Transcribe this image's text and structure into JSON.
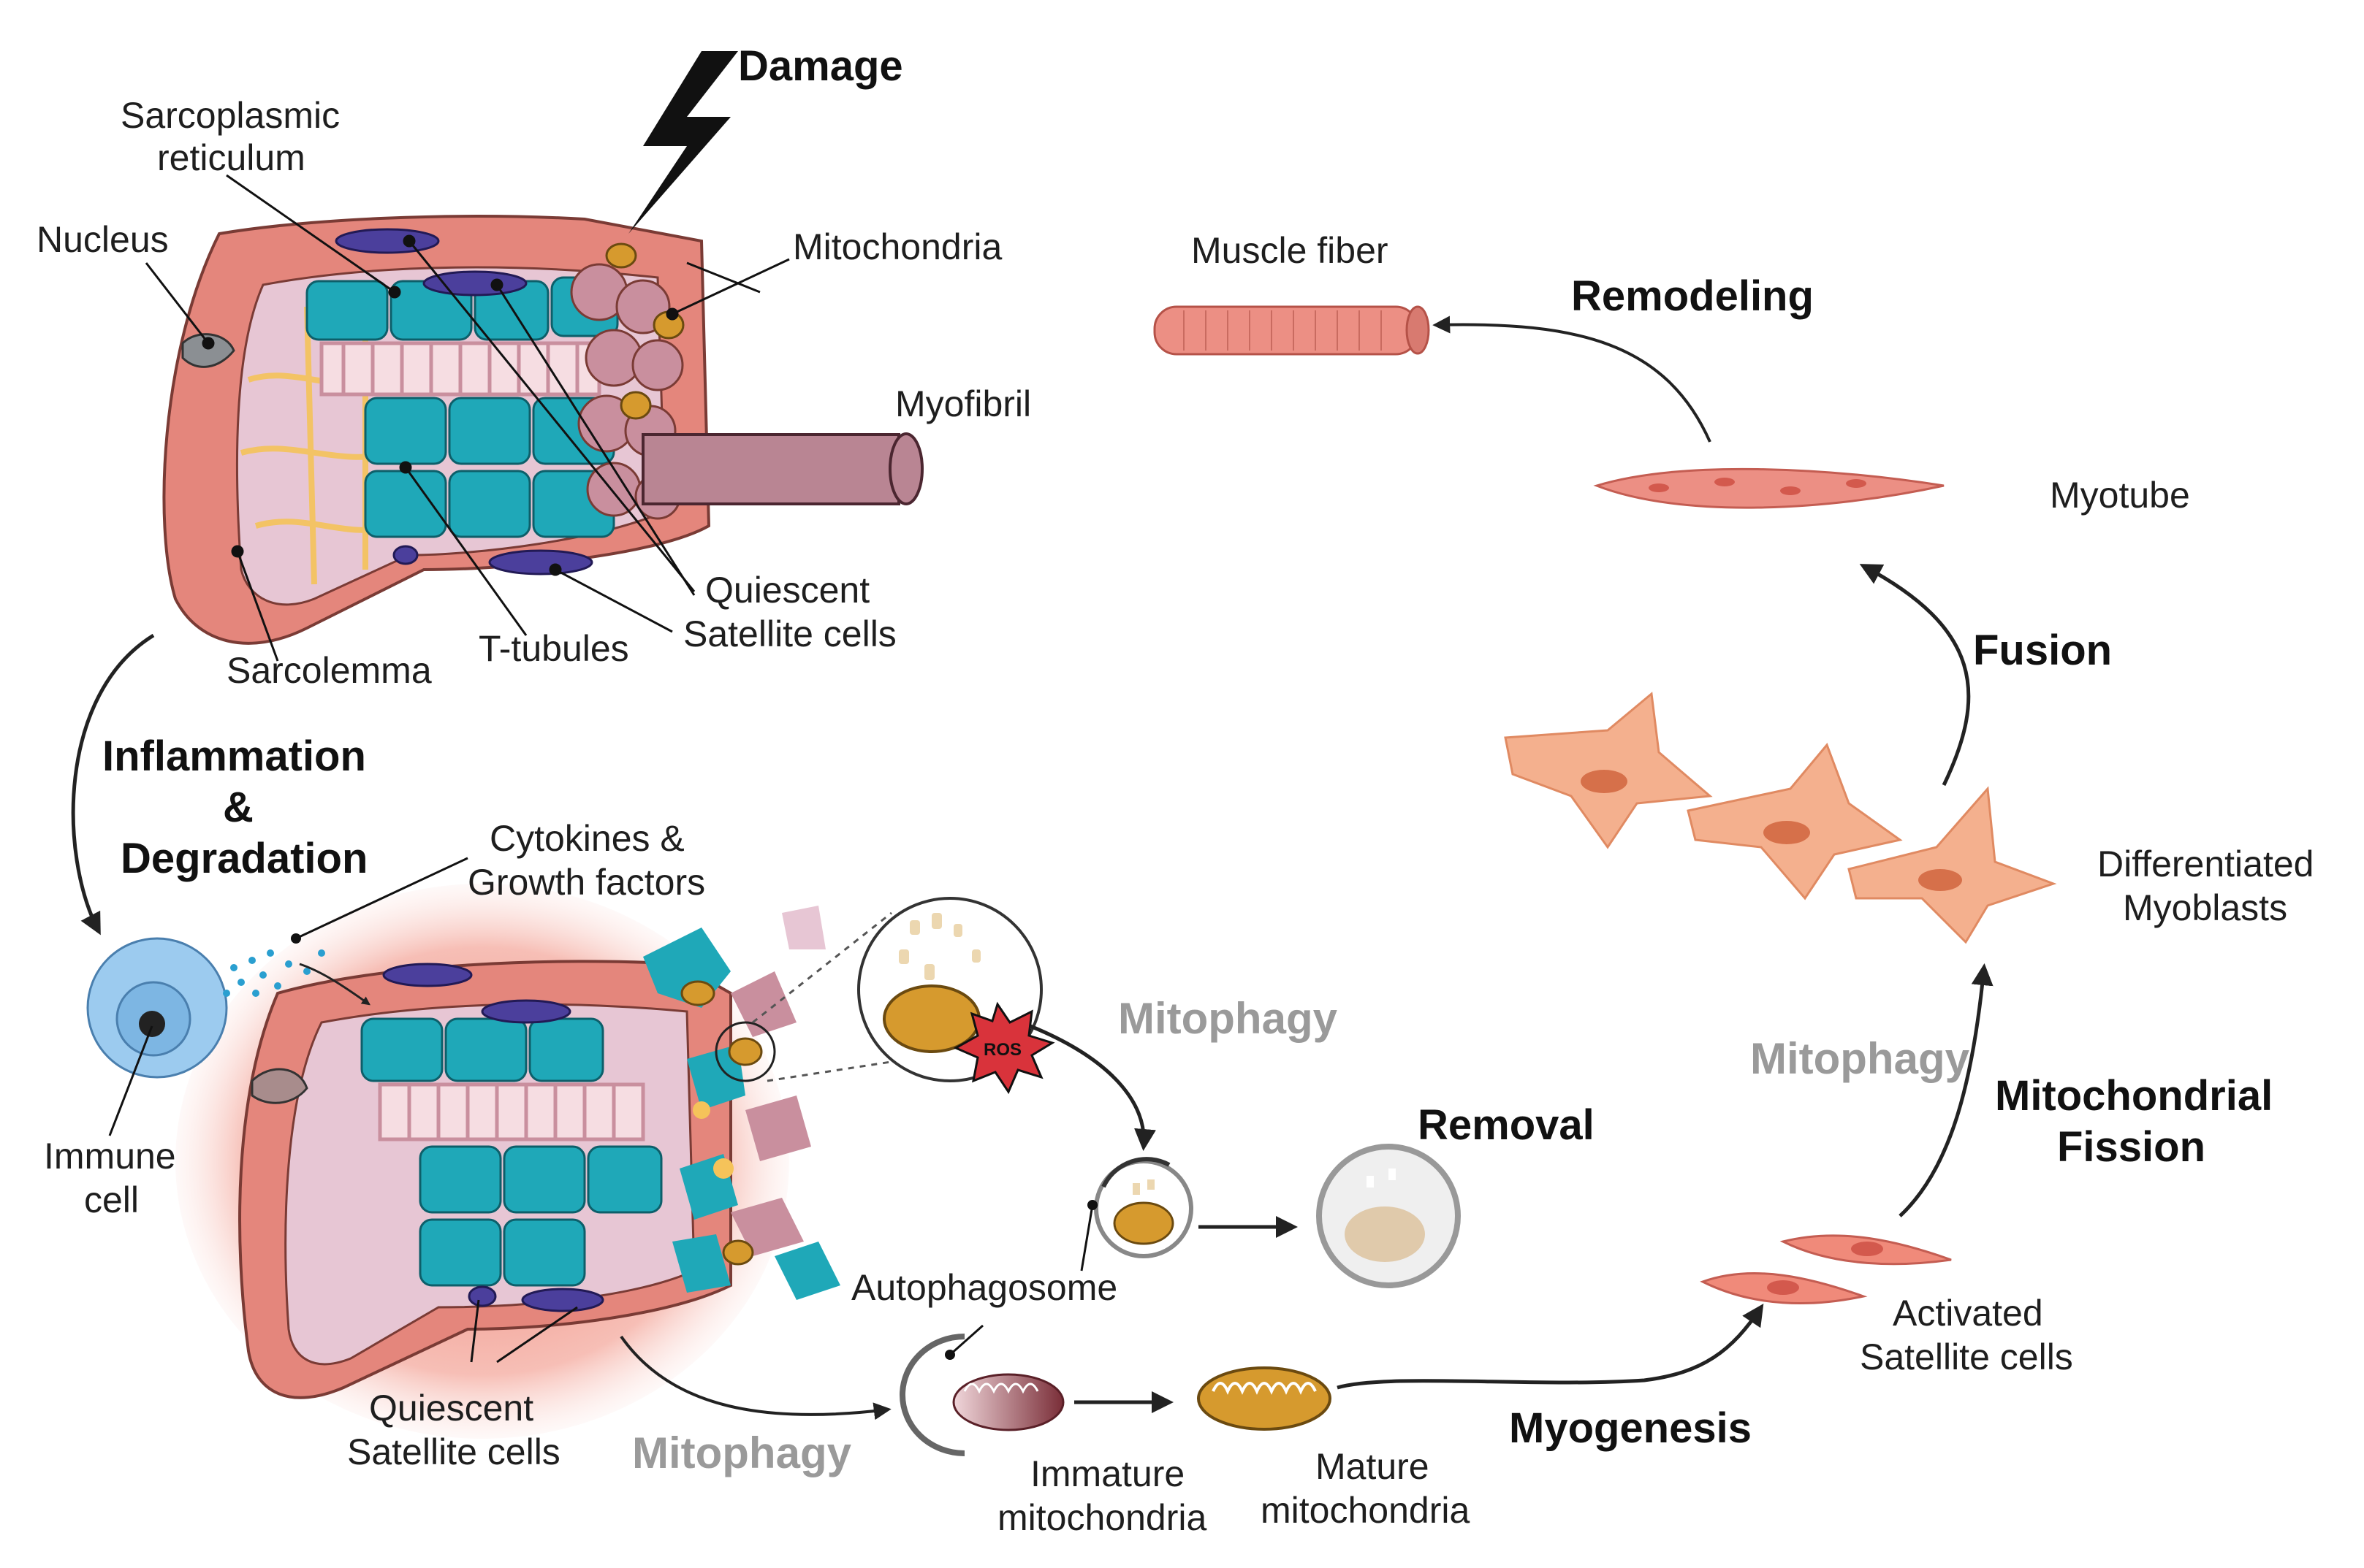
{
  "labels": {
    "damage": "Damage",
    "sarcoplasmic_1": "Sarcoplasmic",
    "sarcoplasmic_2": "reticulum",
    "nucleus": "Nucleus",
    "mitochondria": "Mitochondria",
    "myofibril": "Myofibril",
    "quiescent_top_1": "Quiescent",
    "quiescent_top_2": "Satellite cells",
    "t_tubules": "T-tubules",
    "sarcolemma": "Sarcolemma",
    "inflammation_1": "Inflammation",
    "inflammation_2": "&",
    "inflammation_3": "Degradation",
    "cytokines_1": "Cytokines &",
    "cytokines_2": "Growth factors",
    "immune_1": "Immune",
    "immune_2": "cell",
    "ros": "ROS",
    "mitophagy_top": "Mitophagy",
    "removal": "Removal",
    "autophagosome": "Autophagosome",
    "quiescent_bottom_1": "Quiescent",
    "quiescent_bottom_2": "Satellite cells",
    "mitophagy_bottom": "Mitophagy",
    "immature_1": "Immature",
    "immature_2": "mitochondria",
    "mature_1": "Mature",
    "mature_2": "mitochondria",
    "myogenesis": "Myogenesis",
    "activated_1": "Activated",
    "activated_2": "Satellite cells",
    "mito_fission_1": "Mitochondrial",
    "mito_fission_2": "Fission",
    "mitophagy_right": "Mitophagy",
    "differentiated_1": "Differentiated",
    "differentiated_2": "Myoblasts",
    "fusion": "Fusion",
    "myotube": "Myotube",
    "remodeling": "Remodeling",
    "muscle_fiber": "Muscle fiber"
  },
  "colors": {
    "muscle_red": "#e4867c",
    "teal_cell": "#1fa8b8",
    "pink_myofibril": "#c98f9e",
    "yellow_membrane": "#f5c35a",
    "nucleus_purple": "#4b3f9c",
    "mito_orange": "#d69a2e",
    "myoblast_orange": "#f4b08e",
    "immune_blue": "#9ccbef",
    "ros_red": "#d9333b",
    "gray_label": "#9a9a9a"
  }
}
